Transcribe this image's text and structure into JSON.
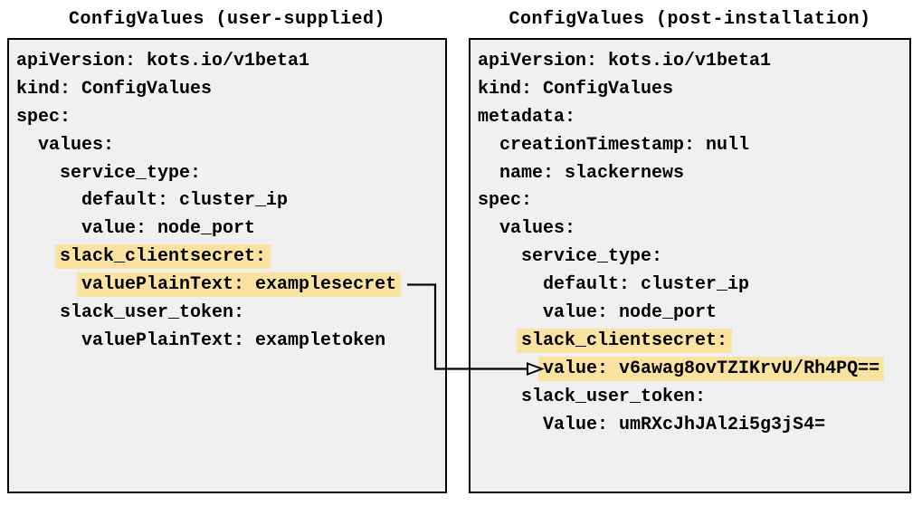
{
  "colors": {
    "panel_bg": "#f0f0f0",
    "border": "#000000",
    "highlight": "#fae2a0",
    "text": "#000000",
    "arrow": "#000000"
  },
  "left_panel": {
    "title": "ConfigValues (user-supplied)",
    "lines": [
      {
        "indent": 0,
        "text": "apiVersion: kots.io/v1beta1",
        "highlighted": false
      },
      {
        "indent": 0,
        "text": "kind: ConfigValues",
        "highlighted": false
      },
      {
        "indent": 0,
        "text": "spec:",
        "highlighted": false
      },
      {
        "indent": 2,
        "text": "values:",
        "highlighted": false
      },
      {
        "indent": 4,
        "text": "service_type:",
        "highlighted": false
      },
      {
        "indent": 6,
        "text": "default: cluster_ip",
        "highlighted": false
      },
      {
        "indent": 6,
        "text": "value: node_port",
        "highlighted": false
      },
      {
        "indent": 4,
        "text": "slack_clientsecret:",
        "highlighted": true
      },
      {
        "indent": 6,
        "text": "valuePlainText: examplesecret",
        "highlighted": true
      },
      {
        "indent": 4,
        "text": "slack_user_token:",
        "highlighted": false
      },
      {
        "indent": 6,
        "text": "valuePlainText: exampletoken",
        "highlighted": false
      }
    ]
  },
  "right_panel": {
    "title": "ConfigValues (post-installation)",
    "lines": [
      {
        "indent": 0,
        "text": "apiVersion: kots.io/v1beta1",
        "highlighted": false
      },
      {
        "indent": 0,
        "text": "kind: ConfigValues",
        "highlighted": false
      },
      {
        "indent": 0,
        "text": "metadata:",
        "highlighted": false
      },
      {
        "indent": 2,
        "text": "creationTimestamp: null",
        "highlighted": false
      },
      {
        "indent": 2,
        "text": "name: slackernews",
        "highlighted": false
      },
      {
        "indent": 0,
        "text": "spec:",
        "highlighted": false
      },
      {
        "indent": 2,
        "text": "values:",
        "highlighted": false
      },
      {
        "indent": 4,
        "text": "service_type:",
        "highlighted": false
      },
      {
        "indent": 6,
        "text": "default: cluster_ip",
        "highlighted": false
      },
      {
        "indent": 6,
        "text": "value: node_port",
        "highlighted": false
      },
      {
        "indent": 4,
        "text": "slack_clientsecret:",
        "highlighted": true
      },
      {
        "indent": 6,
        "text": "value: v6awag8ovTZIKrvU/Rh4PQ==",
        "highlighted": true
      },
      {
        "indent": 4,
        "text": "slack_user_token:",
        "highlighted": false
      },
      {
        "indent": 6,
        "text": "Value: umRXcJhJAl2i5g3jS4=",
        "highlighted": false
      }
    ]
  },
  "arrow": {
    "from": "valuePlainText: examplesecret",
    "to": "value: v6awag8ovTZIKrvU/Rh4PQ==",
    "direction": "left-to-right"
  }
}
